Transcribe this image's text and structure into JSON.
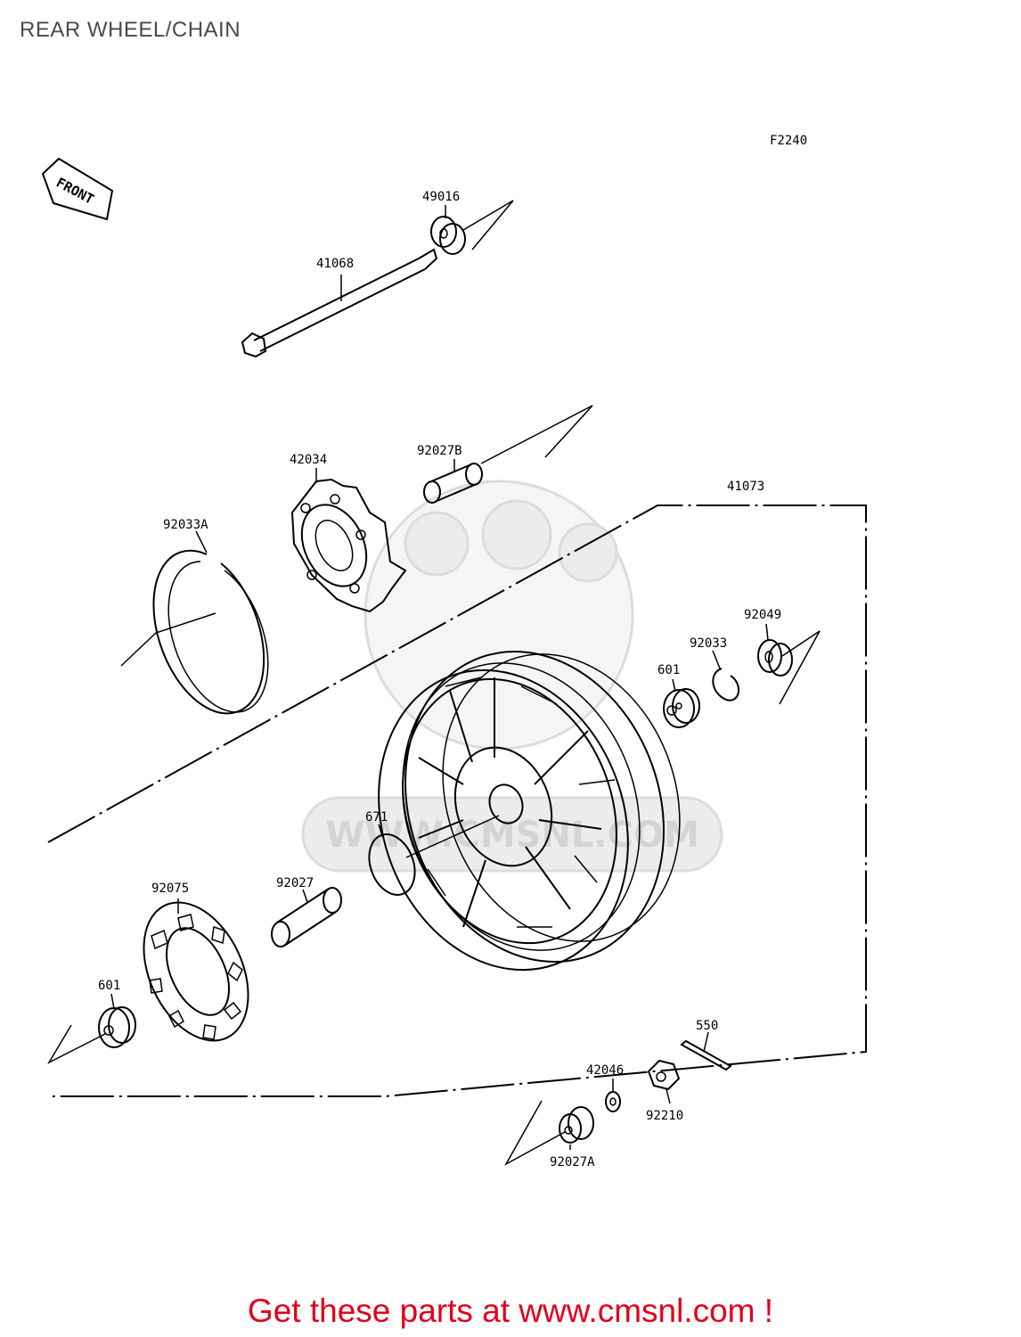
{
  "page": {
    "title": "REAR WHEEL/CHAIN"
  },
  "diagram": {
    "figure_code": "F2240",
    "front_label": "FRONT",
    "watermark": "WWW.CMSNL.COM",
    "parts": [
      {
        "id": "49016"
      },
      {
        "id": "41068"
      },
      {
        "id": "42034"
      },
      {
        "id": "92027B"
      },
      {
        "id": "41073"
      },
      {
        "id": "92033A"
      },
      {
        "id": "92049"
      },
      {
        "id": "92033"
      },
      {
        "id": "601"
      },
      {
        "id": "671"
      },
      {
        "id": "92075"
      },
      {
        "id": "92027"
      },
      {
        "id": "601"
      },
      {
        "id": "550"
      },
      {
        "id": "42046"
      },
      {
        "id": "92210"
      },
      {
        "id": "92027A"
      }
    ]
  },
  "footer": {
    "promo_text": "Get these parts at www.cmsnl.com !"
  },
  "colors": {
    "promo": "#e2001a",
    "title": "#4a4a4a",
    "line": "#000000"
  }
}
